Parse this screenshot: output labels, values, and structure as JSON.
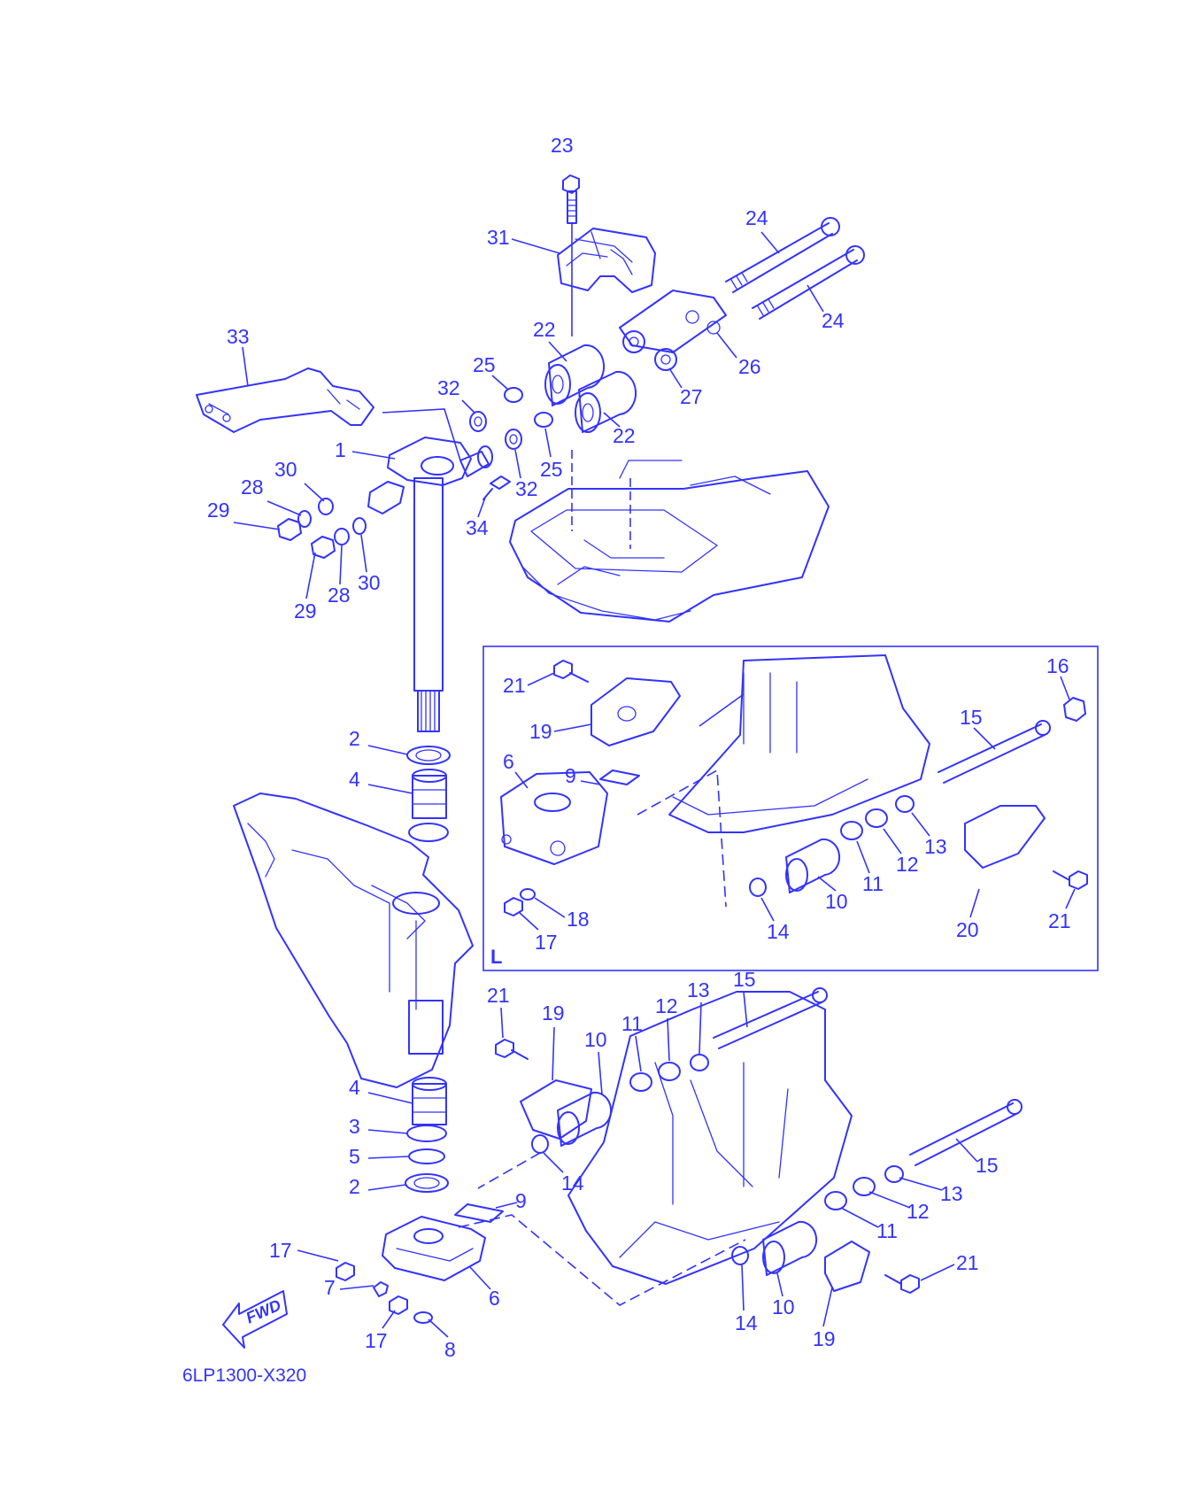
{
  "colors": {
    "ink": "#3333ff",
    "background": "#ffffff"
  },
  "diagram_code": "6LP1300-X320",
  "fwd_arrow": {
    "icon": "fwd-arrow-icon",
    "text": "FWD"
  },
  "inset": {
    "label": "L"
  },
  "callouts": {
    "p23": "23",
    "p31": "31",
    "p24a": "24",
    "p24b": "24",
    "p33": "33",
    "p22a": "22",
    "p22b": "22",
    "p25a": "25",
    "p25b": "25",
    "p26": "26",
    "p27": "27",
    "p32a": "32",
    "p32b": "32",
    "p1": "1",
    "p30a": "30",
    "p30b": "30",
    "p28a": "28",
    "p28b": "28",
    "p29a": "29",
    "p29b": "29",
    "p34": "34",
    "p2a": "2",
    "p4a": "4",
    "i21a": "21",
    "i19": "19",
    "i16": "16",
    "i15": "15",
    "i6": "6",
    "i9": "9",
    "i11": "11",
    "i12": "12",
    "i13": "13",
    "i10": "10",
    "i18": "18",
    "i17": "17",
    "i14": "14",
    "i20": "20",
    "i21b": "21",
    "b21a": "21",
    "b19a": "19",
    "b10a": "10",
    "b11a": "11",
    "b12a": "12",
    "b13a": "13",
    "b15a": "15",
    "p4b": "4",
    "p3": "3",
    "p5": "5",
    "p2b": "2",
    "b14a": "14",
    "b9": "9",
    "b15b": "15",
    "b13b": "13",
    "b12b": "12",
    "b11b": "11",
    "b17a": "17",
    "b7": "7",
    "b6": "6",
    "b21b": "21",
    "b17b": "17",
    "b8": "8",
    "b14b": "14",
    "b10b": "10",
    "b19b": "19"
  }
}
